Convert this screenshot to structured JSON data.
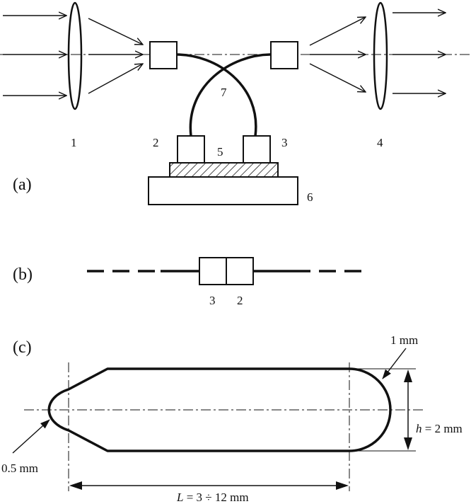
{
  "panels": {
    "a": "(a)",
    "b": "(b)",
    "c": "(c)"
  },
  "numbers": {
    "n1": "1",
    "n2": "2",
    "n3": "3",
    "n4": "4",
    "n5": "5",
    "n6": "6",
    "n7": "7",
    "b3": "3",
    "b2": "2"
  },
  "dims": {
    "r1": "1 mm",
    "r05": "0.5 mm",
    "h_var": "h",
    "h_val": " = 2 mm",
    "L_var": "L",
    "L_val": " = 3 ÷ 12 mm"
  },
  "colors": {
    "ink": "#111111",
    "hatch_fill": "#ffffff"
  }
}
